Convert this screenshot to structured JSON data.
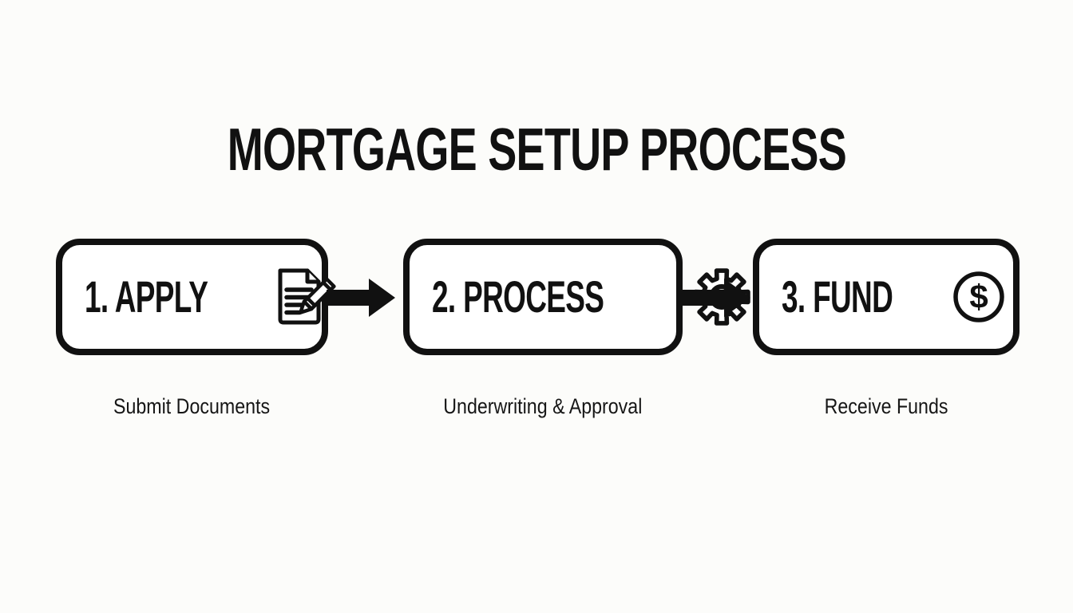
{
  "title": "MORTGAGE SETUP PROCESS",
  "colors": {
    "ink": "#111111",
    "background": "#fcfcfa",
    "box_fill": "#ffffff"
  },
  "steps": [
    {
      "label": "1. APPLY",
      "icon": "document-pencil-icon",
      "caption": "Submit Documents"
    },
    {
      "label": "2. PROCESS",
      "icon": "gear-icon",
      "caption": "Underwriting & Approval"
    },
    {
      "label": "3. FUND",
      "icon": "dollar-circle-icon",
      "caption": "Receive Funds"
    }
  ],
  "connectors": [
    {
      "from": "1. APPLY",
      "to": "2. PROCESS",
      "style": "solid-right-arrow"
    },
    {
      "from": "2. PROCESS",
      "to": "3. FUND",
      "style": "solid-right-arrow"
    }
  ],
  "dollar_glyph": "$"
}
